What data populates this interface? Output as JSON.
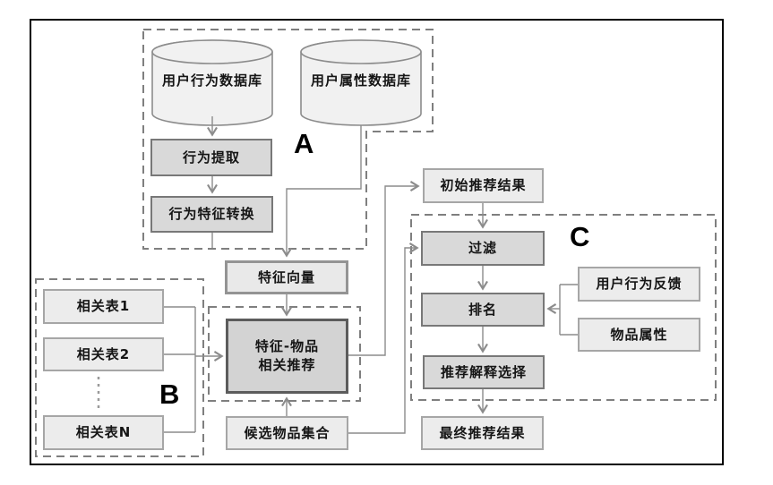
{
  "diagram": {
    "type": "flowchart",
    "language": "zh-CN",
    "regions": {
      "a": "A",
      "b": "B",
      "c": "C"
    },
    "nodes": {
      "user_behavior_db": "用户行为数据库",
      "user_attribute_db": "用户属性数据库",
      "behavior_extraction": "行为提取",
      "behavior_feature_conversion": "行为特征转换",
      "feature_vector": "特征向量",
      "related_table_1": "相关表1",
      "related_table_2": "相关表2",
      "related_table_n": "相关表N",
      "feature_item_recommendation": {
        "line1": "特征-物品",
        "line2": "相关推荐"
      },
      "candidate_item_set": "候选物品集合",
      "initial_recommendation_result": "初始推荐结果",
      "filter": "过滤",
      "ranking": "排名",
      "recommendation_explanation_selection": "推荐解释选择",
      "final_recommendation_result": "最终推荐结果",
      "user_behavior_feedback": "用户行为反馈",
      "item_attribute": "物品属性"
    },
    "edges": [
      {
        "from": "user_behavior_db",
        "to": "behavior_extraction"
      },
      {
        "from": "behavior_extraction",
        "to": "behavior_feature_conversion"
      },
      {
        "from": "behavior_feature_conversion",
        "to": "feature_vector"
      },
      {
        "from": "user_attribute_db",
        "to": "feature_vector"
      },
      {
        "from": "feature_vector",
        "to": "feature_item_recommendation"
      },
      {
        "from": "related_table_1",
        "to": "feature_item_recommendation"
      },
      {
        "from": "related_table_2",
        "to": "feature_item_recommendation"
      },
      {
        "from": "related_table_n",
        "to": "feature_item_recommendation"
      },
      {
        "from": "candidate_item_set",
        "to": "feature_item_recommendation"
      },
      {
        "from": "feature_item_recommendation",
        "to": "initial_recommendation_result"
      },
      {
        "from": "initial_recommendation_result",
        "to": "filter"
      },
      {
        "from": "candidate_item_set",
        "to": "filter"
      },
      {
        "from": "filter",
        "to": "ranking"
      },
      {
        "from": "user_behavior_feedback",
        "to": "ranking"
      },
      {
        "from": "item_attribute",
        "to": "ranking"
      },
      {
        "from": "ranking",
        "to": "recommendation_explanation_selection"
      },
      {
        "from": "recommendation_explanation_selection",
        "to": "final_recommendation_result"
      }
    ],
    "colors": {
      "frame_border": "#000000",
      "light_box_fill": "#ececec",
      "light_box_border": "#a6a6a6",
      "process_box_fill": "#d9d9d9",
      "process_box_border": "#787878",
      "strong_box_fill": "#d3d3d3",
      "strong_box_border": "#5c5c5c",
      "cylinder_fill": "#f1f1f1",
      "connector": "#8c8c8c",
      "dashed_region": "#7f7f7f",
      "text": "#151515"
    }
  }
}
